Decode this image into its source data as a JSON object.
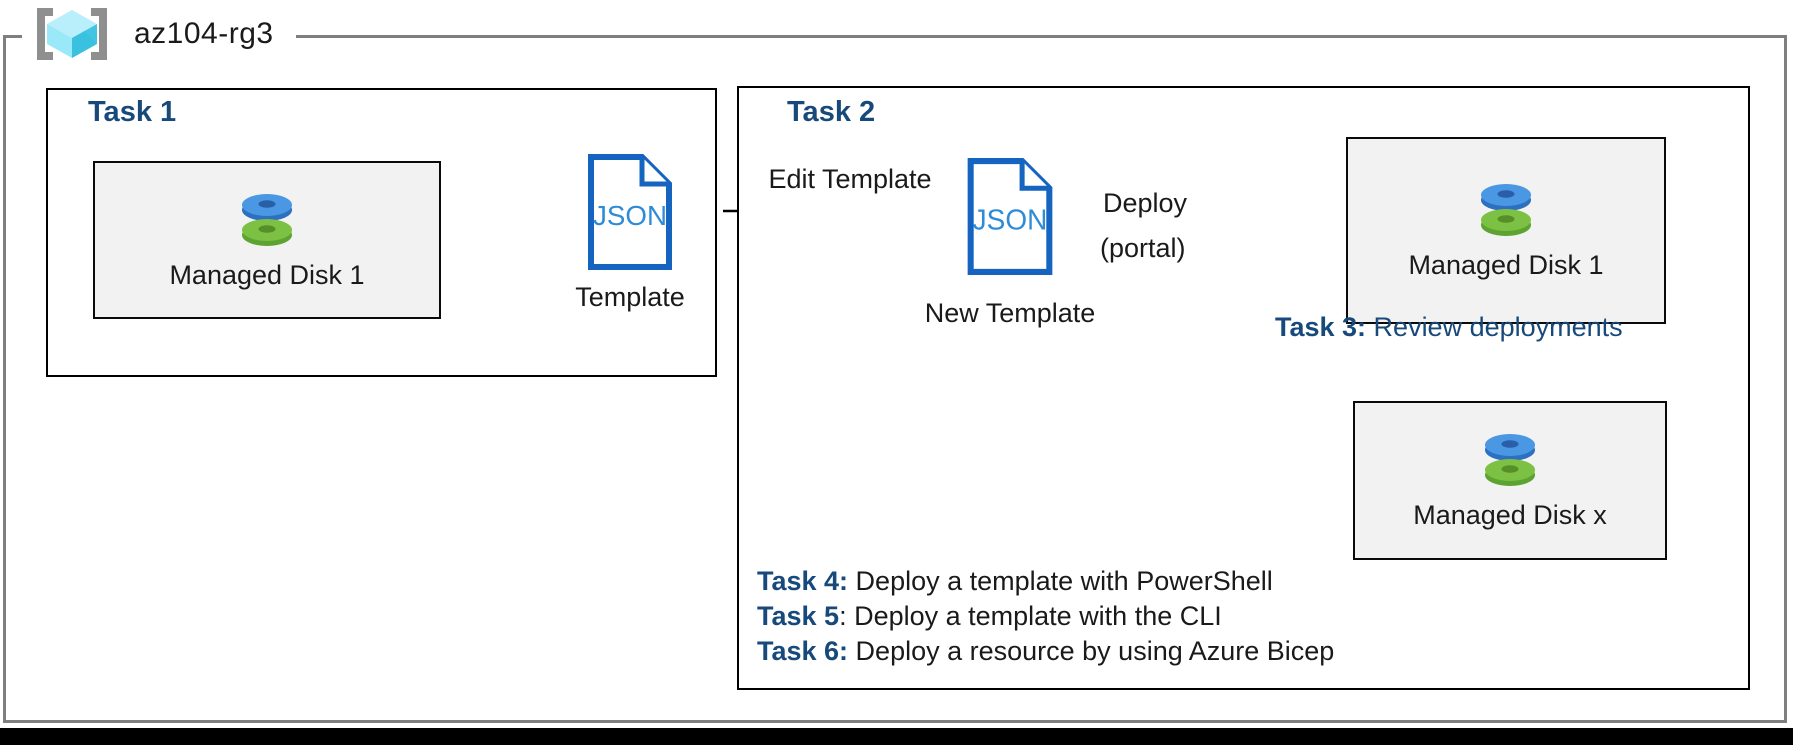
{
  "resource_group": {
    "name": "az104-rg3"
  },
  "task1": {
    "title": "Task 1",
    "disk_label": "Managed Disk 1",
    "template_file_text": "JSON",
    "template_label": "Template"
  },
  "task2": {
    "title": "Task 2",
    "edit_arrow_label": "Edit Template",
    "new_template_file_text": "JSON",
    "new_template_label": "New Template",
    "deploy_label_line1": "Deploy",
    "deploy_label_line2": "(portal)",
    "disk1_label": "Managed Disk 1",
    "diskx_label": "Managed Disk x"
  },
  "task3": {
    "title": "Task 3:",
    "text": " Review deployments"
  },
  "tasks_bottom": [
    {
      "title": "Task 4:",
      "text": " Deploy a template with PowerShell"
    },
    {
      "title": "Task 5",
      "text": ": Deploy a template with the CLI"
    },
    {
      "title": "Task 6:",
      "text": " Deploy a resource by using Azure Bicep"
    }
  ],
  "colors": {
    "heading_navy": "#17497b",
    "outer_border_gray": "#7f7f7f",
    "box_fill_gray": "#f2f2f2",
    "json_icon_border_blue": "#1565c0",
    "json_icon_text_blue": "#2e8bd8",
    "disk_blue": "#4a97e3",
    "disk_green": "#7cc143",
    "cube_cyan_top": "#b9eefb",
    "cube_cyan_dark": "#41c5e2",
    "bracket_gray": "#8f8f8f"
  }
}
